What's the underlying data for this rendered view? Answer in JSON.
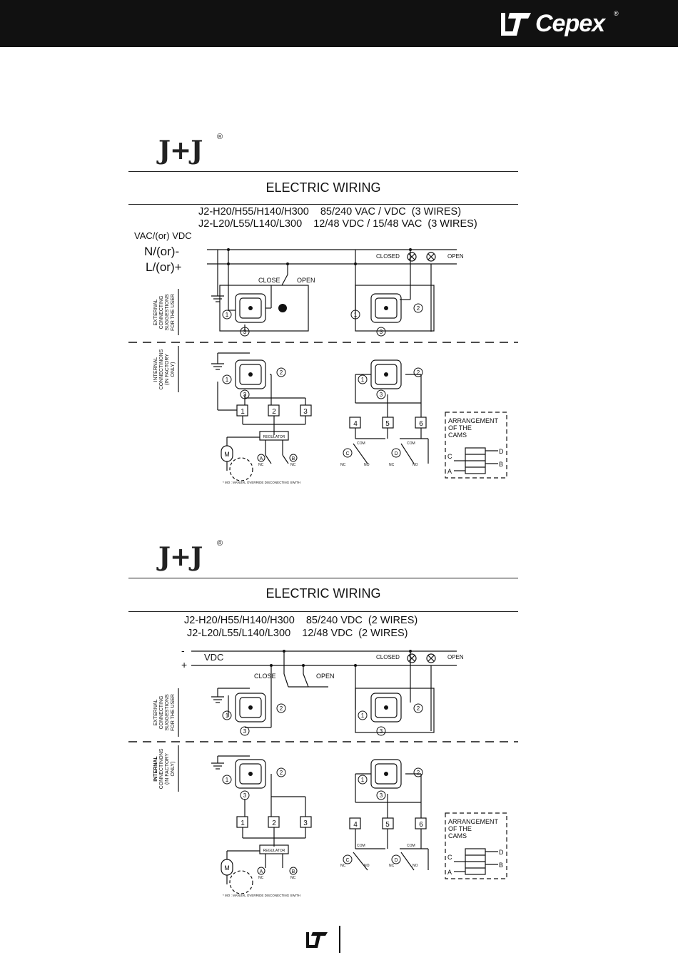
{
  "header": {
    "brand": "Cepex",
    "reg": "®",
    "bg": "#111111"
  },
  "sections": [
    {
      "logo": "J+J",
      "reg": "®",
      "title": "ELECTRIC WIRING",
      "models": [
        "J2-H20/H55/H140/H300    85/240 VAC / VDC  (3 WIRES)",
        "J2-L20/L55/L140/L300    12/48 VDC / 15/48 VAC  (3 WIRES)"
      ],
      "supply": "VAC/(or) VDC",
      "rail_top": "N/(or)-",
      "rail_bottom": "L/(or)+",
      "close": "CLOSE",
      "open": "OPEN",
      "closed_lamp": "CLOSED",
      "open_lamp": "OPEN",
      "external_label": [
        "EXTERNAL",
        "CONNECTING",
        "SUGGESTIONS",
        "FOR THE USER"
      ],
      "internal_label": [
        "INTERNAL",
        "CONNECTINONS",
        "(IN FACTORY",
        "ONLY)"
      ],
      "terminals": [
        "1",
        "2",
        "3",
        "4",
        "5",
        "6"
      ],
      "regulator": "REGULATOR",
      "motor": "M",
      "cam_a": "A",
      "cam_b": "B",
      "cam_c": "C",
      "cam_d": "D",
      "nc": "NC",
      "no": "NO",
      "com": "COM",
      "arrangement": [
        "ARRANGEMENT",
        "OF THE",
        "CAMS"
      ],
      "note": "* MO : MANUAL OVERRIDE DISCONECTING SWITH"
    },
    {
      "logo": "J+J",
      "reg": "®",
      "title": "ELECTRIC WIRING",
      "models": [
        "J2-H20/H55/H140/H300    85/240 VDC  (2 WIRES)",
        "J2-L20/L55/L140/L300    12/48 VDC  (2 WIRES)"
      ],
      "supply": "VDC",
      "rail_top": "-",
      "rail_bottom": "+",
      "close": "CLOSE",
      "open": "OPEN",
      "closed_lamp": "CLOSED",
      "open_lamp": "OPEN",
      "external_label": [
        "EXTERNAL",
        "CONNECTING",
        "SUGGESTIONS",
        "FOR THE USER"
      ],
      "internal_label": [
        "INTERNAL",
        "CONNECTINONS",
        "(IN FACTORY",
        "ONLY)"
      ],
      "terminals": [
        "1",
        "2",
        "3",
        "4",
        "5",
        "6"
      ],
      "regulator": "REGULATOR",
      "motor": "M",
      "cam_a": "A",
      "cam_b": "B",
      "cam_c": "C",
      "cam_d": "D",
      "nc": "NC",
      "no": "NO",
      "com": "COM",
      "arrangement": [
        "ARRANGEMENT",
        "OF THE",
        "CAMS"
      ],
      "note": "* MO : MANUAL OVERRIDE DISCONECTING SWITH"
    }
  ]
}
